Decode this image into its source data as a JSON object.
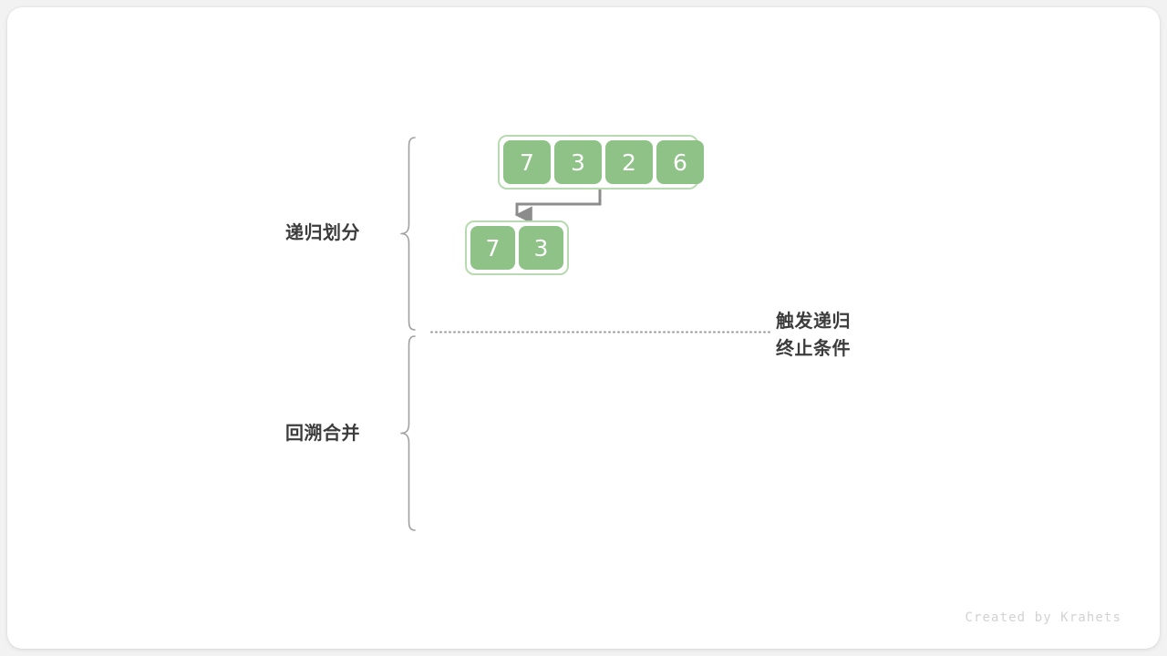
{
  "diagram": {
    "title": "merge-sort-recursive-division",
    "watermark": "Created by Krahets",
    "colors": {
      "cell_fill": "#8fc287",
      "cell_text": "#ffffff",
      "array_border": "#b7dab0",
      "brace": "#a0a0a0",
      "arrow": "#8c8c8c",
      "dotted": "#9a9a9a",
      "label_text": "#3c3c3c",
      "watermark_text": "#d2d2d2",
      "card_bg": "#ffffff",
      "page_bg": "#f2f2f2"
    },
    "stage_labels": [
      {
        "id": "divide",
        "text": "递归划分"
      },
      {
        "id": "merge",
        "text": "回溯合并"
      }
    ],
    "condition_label": {
      "line1": "触发递归",
      "line2": "终止条件"
    },
    "arrays": [
      {
        "id": "root-array",
        "values": [
          "7",
          "3",
          "2",
          "6"
        ]
      },
      {
        "id": "left-subarray",
        "values": [
          "7",
          "3"
        ]
      }
    ]
  }
}
